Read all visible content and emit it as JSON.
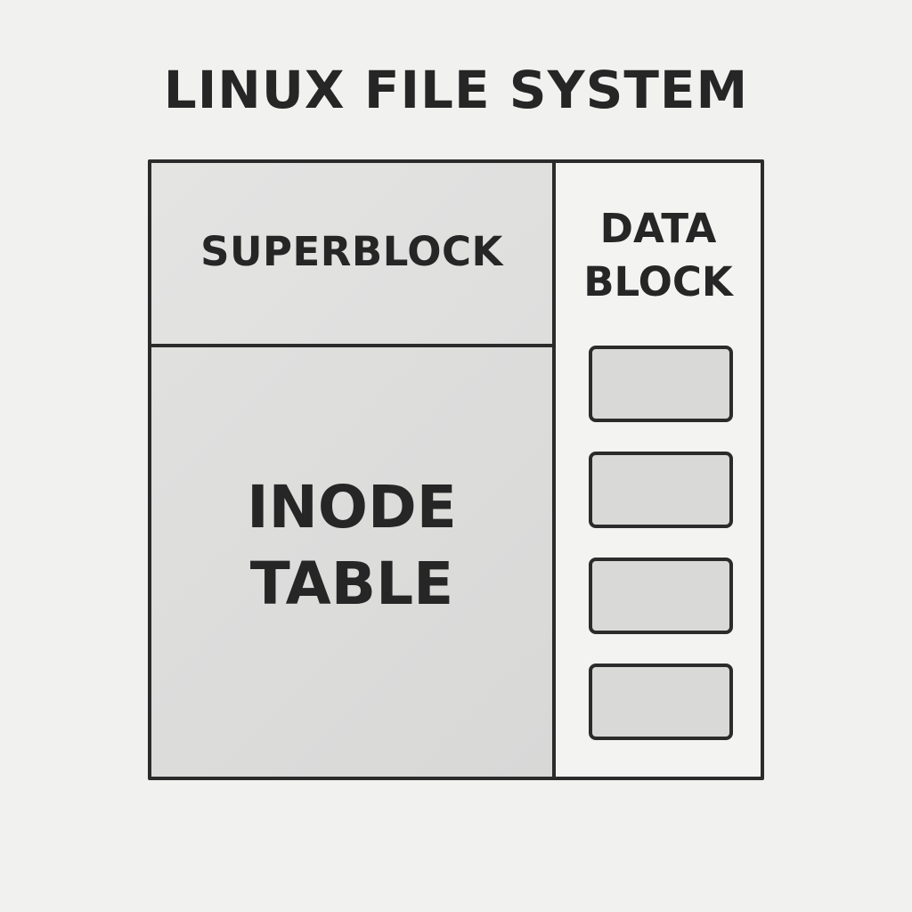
{
  "title": "LINUX FILE SYSTEM",
  "superblock": {
    "label": "SUPERBLOCK"
  },
  "inode_table": {
    "line1": "INODE",
    "line2": "TABLE"
  },
  "data_block": {
    "line1": "DATA",
    "line2": "BLOCK",
    "block_count": 4
  },
  "colors": {
    "background": "#f1f1f0",
    "stroke": "#2b2b2b",
    "text": "#262626",
    "fill": "#dededd"
  }
}
